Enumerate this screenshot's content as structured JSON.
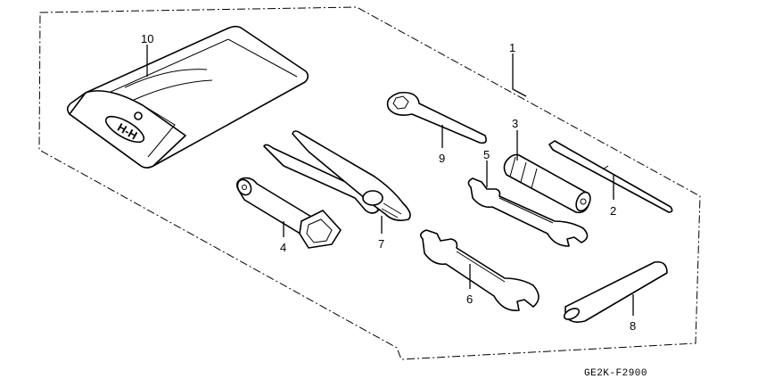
{
  "diagram": {
    "drawing_code": "GE2K-F2900",
    "callouts": [
      {
        "id": "1",
        "label": "1"
      },
      {
        "id": "2",
        "label": "2"
      },
      {
        "id": "3",
        "label": "3"
      },
      {
        "id": "4",
        "label": "4"
      },
      {
        "id": "5",
        "label": "5"
      },
      {
        "id": "6",
        "label": "6"
      },
      {
        "id": "7",
        "label": "7"
      },
      {
        "id": "8",
        "label": "8"
      },
      {
        "id": "9",
        "label": "9"
      },
      {
        "id": "10",
        "label": "10"
      }
    ],
    "pouch_logo_text": "H-H"
  }
}
